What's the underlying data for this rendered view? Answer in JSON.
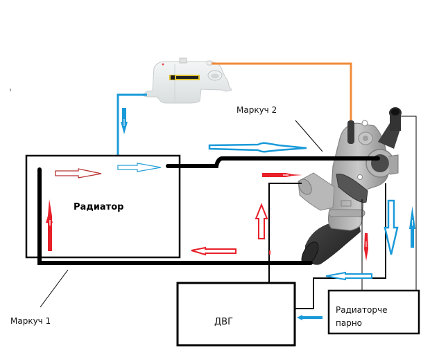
{
  "diagram": {
    "title": "",
    "labels": {
      "radiator": "Радиатор",
      "engine": "ДВГ",
      "heater_radiator_line1": "Радиаторче",
      "heater_radiator_line2": "парно",
      "hose1": "Маркуч 1",
      "hose2": "Маркуч 2"
    },
    "components": [
      {
        "id": "expansion-tank",
        "name": "Expansion tank (photo)"
      },
      {
        "id": "thermostat-housing",
        "name": "Thermostat housing (photo)"
      },
      {
        "id": "radiator",
        "name": "Радиатор"
      },
      {
        "id": "engine",
        "name": "ДВГ"
      },
      {
        "id": "heater-core",
        "name": "Радиаторче парно"
      }
    ],
    "flow_colors": {
      "hot": "#e8202a",
      "cold": "#1a9ad9",
      "overflow": "#f08a38",
      "hose": "#000000"
    },
    "arrows": [
      {
        "id": "radiator-top-in",
        "color": "hot",
        "style": "outline",
        "direction": "right"
      },
      {
        "id": "radiator-top-tank",
        "color": "cold",
        "style": "outline",
        "direction": "right"
      },
      {
        "id": "radiator-left-up",
        "color": "hot",
        "style": "solid",
        "direction": "up"
      },
      {
        "id": "tank-down",
        "color": "cold",
        "style": "solid",
        "direction": "down"
      },
      {
        "id": "hose2-right",
        "color": "cold",
        "style": "outline",
        "direction": "right"
      },
      {
        "id": "thermo-left-hot",
        "color": "hot",
        "style": "solid",
        "direction": "left"
      },
      {
        "id": "engine-up",
        "color": "hot",
        "style": "outline",
        "direction": "up"
      },
      {
        "id": "bottom-left",
        "color": "hot",
        "style": "outline",
        "direction": "left"
      },
      {
        "id": "thermo-down-hot",
        "color": "hot",
        "style": "solid",
        "direction": "down"
      },
      {
        "id": "heater-return-down",
        "color": "cold",
        "style": "outline",
        "direction": "down"
      },
      {
        "id": "heater-up",
        "color": "cold",
        "style": "solid",
        "direction": "up"
      },
      {
        "id": "heater-left",
        "color": "cold",
        "style": "outline",
        "direction": "left"
      },
      {
        "id": "engine-left-in",
        "color": "cold",
        "style": "solid",
        "direction": "left"
      }
    ]
  }
}
